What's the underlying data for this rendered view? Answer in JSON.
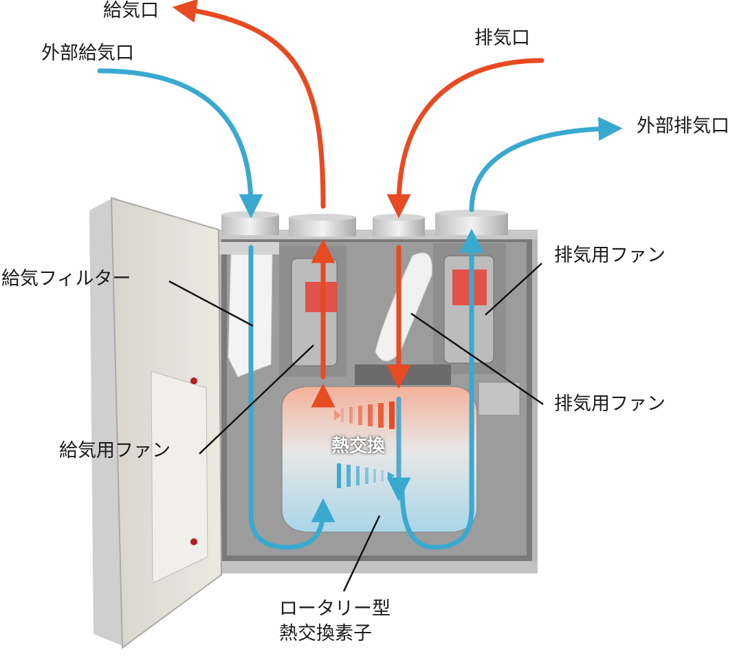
{
  "labels": {
    "supply_outlet": "給気口",
    "outdoor_intake": "外部給気口",
    "exhaust_inlet": "排気口",
    "outdoor_exhaust": "外部排気口",
    "supply_filter": "給気フィルター",
    "exhaust_fan_1": "排気用ファン",
    "exhaust_fan_2": "排気用ファン",
    "supply_fan": "給気用ファン",
    "element_line1": "ロータリー型",
    "element_line2": "熱交換素子",
    "heat_exchange": "熱交換"
  },
  "colors": {
    "supply_air": "#3aa9d0",
    "exhaust_air": "#e84a22",
    "casing": "#b9b9b9",
    "door": "#e6e3dc",
    "leader": "#111111"
  }
}
